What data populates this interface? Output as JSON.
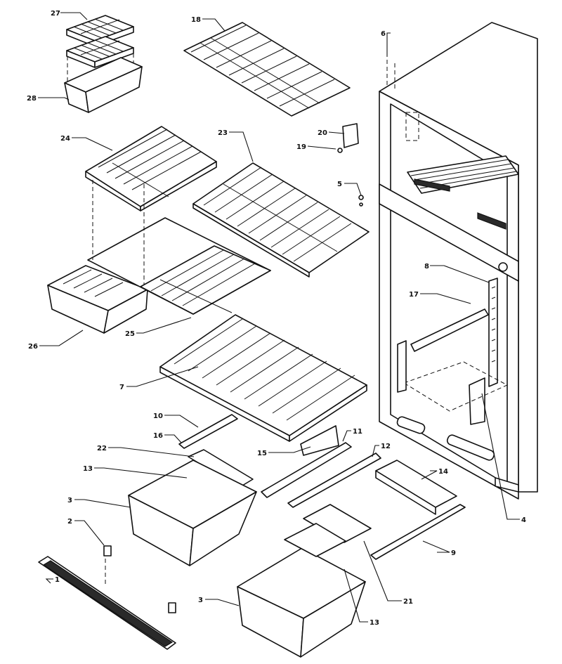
{
  "callouts": [
    "27",
    "28",
    "18",
    "6",
    "20",
    "19",
    "24",
    "23",
    "5",
    "8",
    "17",
    "26",
    "25",
    "7",
    "10",
    "16",
    "22",
    "11",
    "15",
    "12",
    "13",
    "14",
    "3",
    "2",
    "9",
    "4",
    "1",
    "3",
    "21",
    "13"
  ],
  "colors": {
    "ink": "#111111",
    "paper": "#ffffff"
  }
}
